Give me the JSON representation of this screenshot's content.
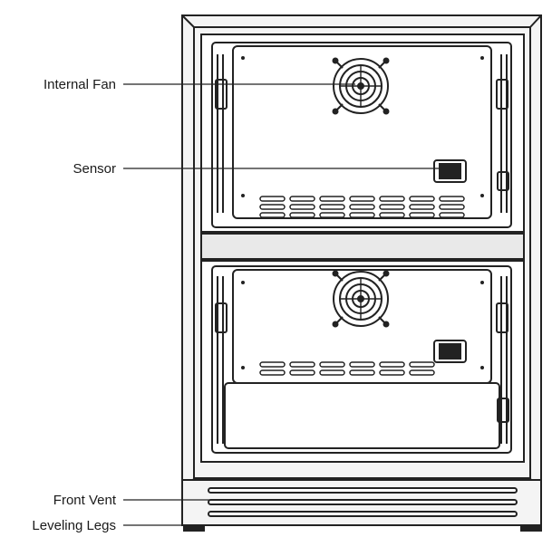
{
  "callouts": {
    "internal_fan": "Internal Fan",
    "sensor": "Sensor",
    "front_vent": "Front Vent",
    "leveling_legs": "Leveling Legs"
  },
  "colors": {
    "stroke": "#222222",
    "frame_fill": "#f4f4f4",
    "panel_fill": "#ffffff"
  }
}
